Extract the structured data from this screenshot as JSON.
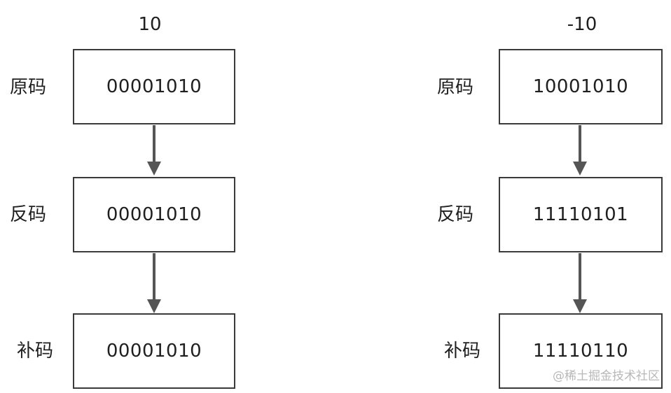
{
  "columns": [
    {
      "title": "10",
      "rows": [
        {
          "label": "原码",
          "value": "00001010"
        },
        {
          "label": "反码",
          "value": "00001010"
        },
        {
          "label": "补码",
          "value": "00001010"
        }
      ]
    },
    {
      "title": "-10",
      "rows": [
        {
          "label": "原码",
          "value": "10001010"
        },
        {
          "label": "反码",
          "value": "11110101"
        },
        {
          "label": "补码",
          "value": "11110110"
        }
      ]
    }
  ],
  "watermark": "@稀土掘金技术社区",
  "colors": {
    "box_border": "#3a3a3a",
    "arrow": "#555555",
    "text": "#1f1f1f",
    "watermark": "#b8b8b8"
  }
}
